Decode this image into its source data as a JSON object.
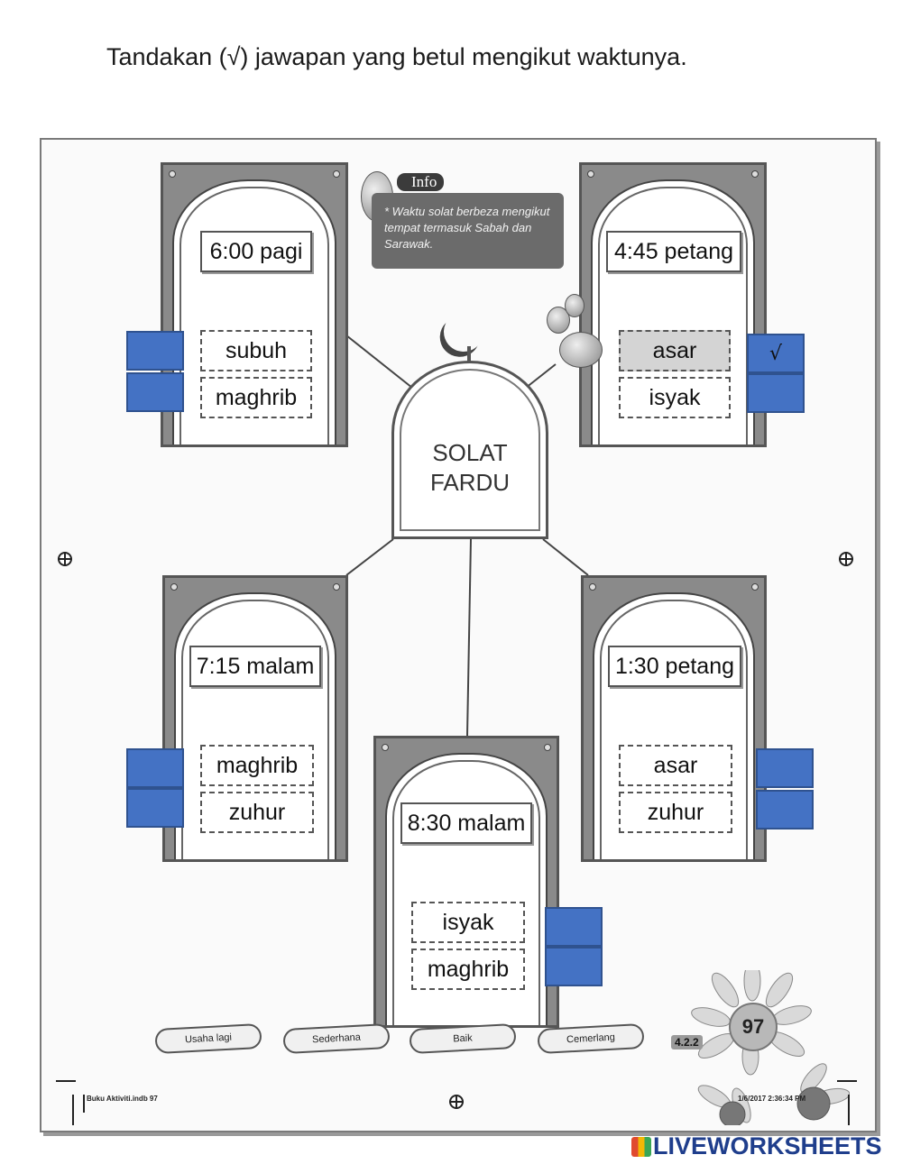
{
  "instruction": "Tandakan (√) jawapan yang betul mengikut waktunya.",
  "center": {
    "line1": "SOLAT",
    "line2": "FARDU"
  },
  "info": {
    "label": "Info",
    "text": "* Waktu solat berbeza mengikut tempat termasuk Sabah dan Sarawak."
  },
  "panels": [
    {
      "time": "6:00 pagi",
      "options": [
        "subuh",
        "maghrib"
      ],
      "marks": [
        "",
        ""
      ]
    },
    {
      "time": "4:45 petang",
      "options": [
        "asar",
        "isyak"
      ],
      "marks": [
        "√",
        ""
      ]
    },
    {
      "time": "7:15 malam",
      "options": [
        "maghrib",
        "zuhur"
      ],
      "marks": [
        "",
        ""
      ]
    },
    {
      "time": "8:30 malam",
      "options": [
        "isyak",
        "maghrib"
      ],
      "marks": [
        "",
        ""
      ]
    },
    {
      "time": "1:30 petang",
      "options": [
        "asar",
        "zuhur"
      ],
      "marks": [
        "",
        ""
      ]
    }
  ],
  "rating": [
    "Usaha lagi",
    "Sederhana",
    "Baik",
    "Cemerlang"
  ],
  "page_number": "97",
  "code": "4.2.2",
  "footer": {
    "left": "Buku Aktiviti.indb   97",
    "right": "1/6/2017   2:36:34 PM"
  },
  "brand": "LIVEWORKSHEETS",
  "colors": {
    "answer_box": "#4472c4",
    "brand": "#1f3e8c"
  }
}
